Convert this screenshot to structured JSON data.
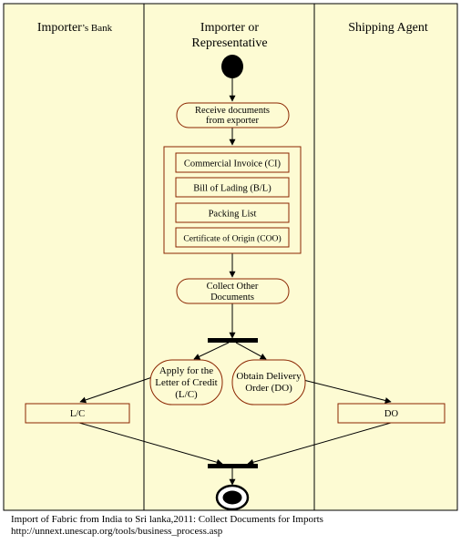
{
  "lanes": {
    "bank": {
      "title_main": "Importer",
      "title_suffix": "’s Bank"
    },
    "importer": {
      "title_line1": "Importer or",
      "title_line2": "Representative"
    },
    "agent": {
      "title": "Shipping Agent"
    }
  },
  "nodes": {
    "receive": {
      "line1": "Receive documents",
      "line2": "from exporter"
    },
    "documents": {
      "ci": "Commercial Invoice (CI)",
      "bl": "Bill of Lading (B/L)",
      "pl": "Packing List",
      "coo": "Certificate of Origin (COO)"
    },
    "collect": {
      "line1": "Collect Other",
      "line2": "Documents"
    },
    "apply_lc": {
      "line1": "Apply  for the",
      "line2": "Letter of Credit",
      "line3": "(L/C)"
    },
    "obtain_do": {
      "line1": "Obtain Delivery",
      "line2": "Order (DO)"
    },
    "lc_box": "L/C",
    "do_box": "DO"
  },
  "caption": {
    "line1": "Import of Fabric from India to Sri lanka,2011: Collect Documents for Imports",
    "line2": "http://unnext.unescap.org/tools/business_process.asp"
  },
  "colors": {
    "lane_fill": "#fdfbd3",
    "stroke": "#000000",
    "node_border": "#8b2500"
  }
}
